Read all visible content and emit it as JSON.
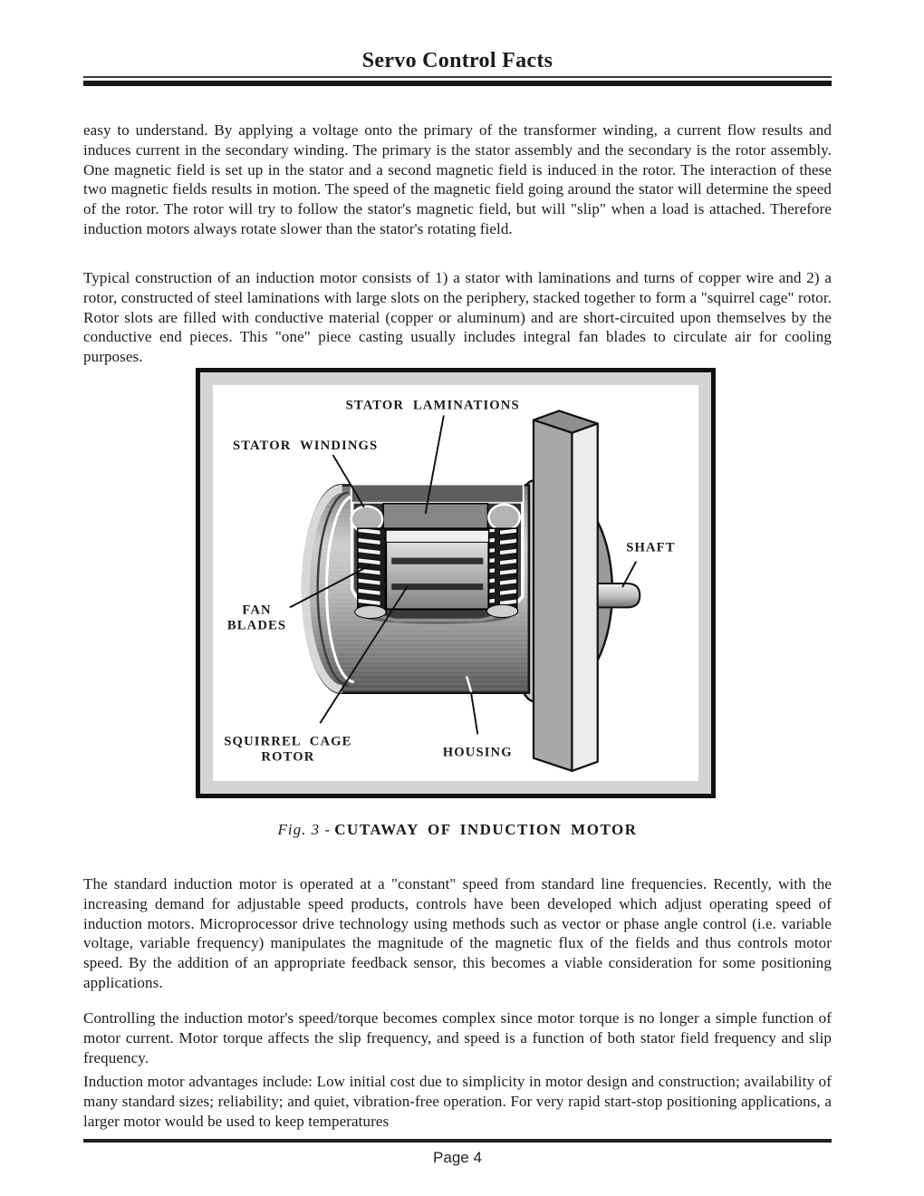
{
  "header": {
    "title": "Servo Control Facts"
  },
  "body": {
    "paragraphs": [
      "easy to understand.  By applying a voltage onto the primary of the transformer winding, a current flow results and induces current in the secondary winding.  The primary is the stator assembly and the secondary is the rotor assembly.  One magnetic field is set up in the stator and a second magnetic field is induced in the rotor.  The interaction of these two magnetic fields results in motion.  The speed of the magnetic field going around the stator will determine the speed of the rotor.  The rotor will try to follow the stator's magnetic field, but will \"slip\" when a load is attached.  Therefore induction motors always rotate slower than the stator's rotating field.",
      "Typical construction of an induction motor consists of 1) a stator with laminations and turns of copper wire and 2) a rotor, constructed of steel laminations with large slots on the periphery, stacked together to form a \"squirrel cage\" rotor.  Rotor slots are filled with conductive material (copper or aluminum) and are short-circuited upon themselves by the conductive end pieces.  This \"one\" piece casting usually includes integral fan blades to circulate air for cooling purposes.",
      "The standard induction motor is operated at a \"constant\" speed from standard line frequencies.  Recently, with the increasing demand for adjustable speed products, controls have been developed which adjust operating speed of induction motors.  Microprocessor drive technology using methods such as vector or phase angle control (i.e. variable voltage, variable frequency) manipulates the magnitude of the magnetic flux of the fields and thus controls motor speed.  By the addition of an appropriate feedback sensor, this becomes a viable consideration for some positioning applications.",
      "Controlling the induction motor's speed/torque becomes complex since motor torque is no longer a simple function of motor current.  Motor torque affects the slip frequency, and speed is a function of both stator field frequency and slip frequency.",
      "Induction motor advantages include:  Low initial cost due to simplicity in motor design and construction; availability of many standard sizes; reliability; and quiet, vibration-free operation.  For very rapid start-stop positioning applications, a larger motor would be used to keep temperatures"
    ]
  },
  "figure": {
    "labels": {
      "stator_laminations": "STATOR LAMINATIONS",
      "stator_windings": "STATOR WINDINGS",
      "shaft": "SHAFT",
      "fan_blades": [
        "FAN",
        "BLADES"
      ],
      "squirrel_cage_rotor": [
        "SQUIRREL CAGE",
        "ROTOR"
      ],
      "housing": "HOUSING"
    },
    "caption": {
      "fig_label": "Fig. 3 -",
      "title": "CUTAWAY OF INDUCTION MOTOR"
    }
  },
  "footer": {
    "page_label": "Page 4"
  },
  "colors": {
    "text": "#1a1a1a",
    "rule": "#111111",
    "figure_mat": "#d4d4d4",
    "paper": "#ffffff"
  }
}
